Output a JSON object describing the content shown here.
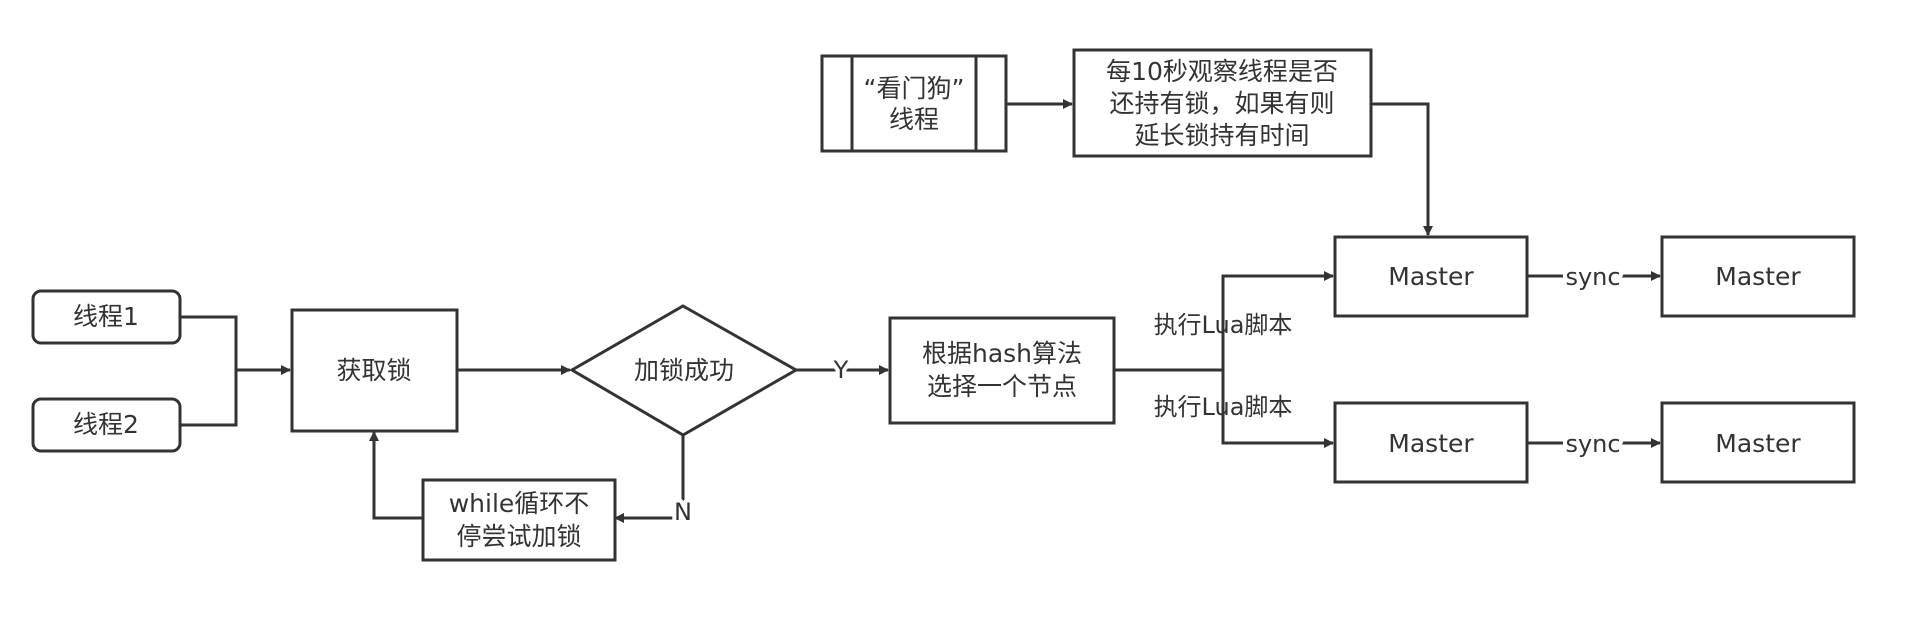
{
  "nodes": {
    "thread1": "线程1",
    "thread2": "线程2",
    "acquire": "获取锁",
    "decision": "加锁成功",
    "retry": [
      "while循环不",
      "停尝试加锁"
    ],
    "select": [
      "根据hash算法",
      "选择一个节点"
    ],
    "watchdog": [
      "“看门狗”",
      "线程"
    ],
    "observe": [
      "每10秒观察线程是否",
      "还持有锁，如果有则",
      "延长锁持有时间"
    ],
    "master_top": "Master",
    "master_top_replica": "Master",
    "master_bottom": "Master",
    "master_bottom_replica": "Master"
  },
  "edges": {
    "yes": "Y",
    "no": "N",
    "lua_top": "执行Lua脚本",
    "lua_bottom": "执行Lua脚本",
    "sync_top": "sync",
    "sync_bottom": "sync"
  }
}
